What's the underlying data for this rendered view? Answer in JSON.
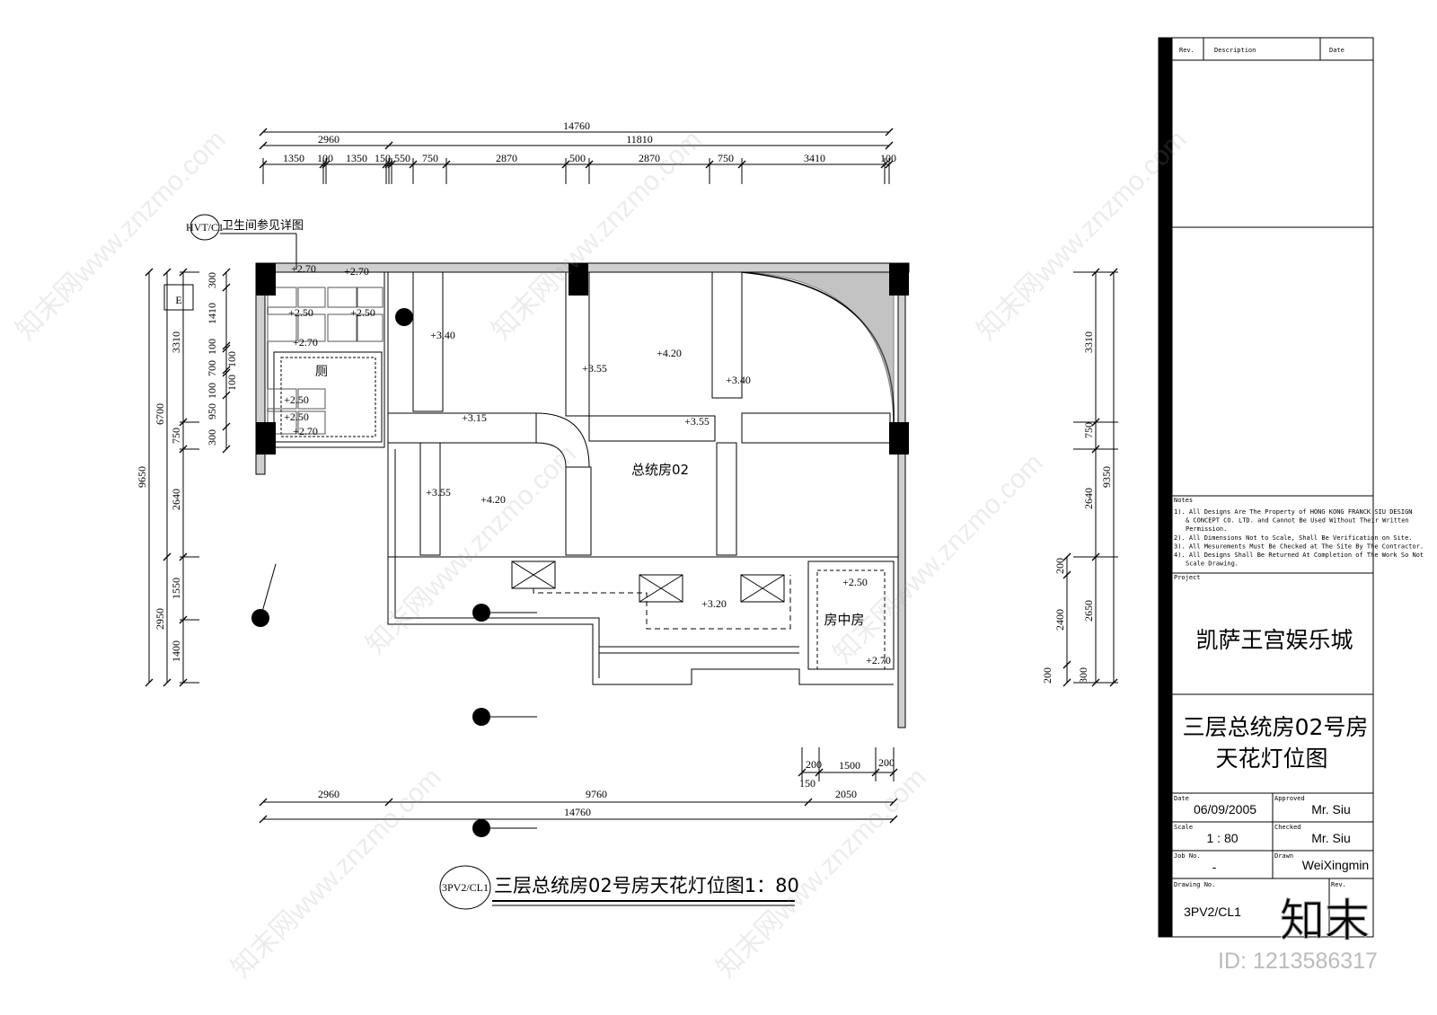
{
  "drawing": {
    "title": "三层总统房02号房天花灯位图1：80",
    "title_ref": "3PV2/CL1",
    "detail_note_ref": "HVT/C1",
    "detail_note": "卫生间参见详图",
    "section_mark": "E",
    "rooms": [
      {
        "name": "总统房02"
      },
      {
        "name": "厕"
      },
      {
        "name": "房中房"
      }
    ],
    "ceiling_levels": [
      "+2.70",
      "+2.70",
      "+2.50",
      "+2.50",
      "+2.70",
      "+2.50",
      "+2.50",
      "+2.70",
      "+3.40",
      "+4.20",
      "+3.55",
      "+3.40",
      "+3.15",
      "+3.55",
      "+3.55",
      "+4.20",
      "+3.20",
      "+2.50",
      "+2.70"
    ],
    "top_dimensions": {
      "overall": "14760",
      "second_row": [
        "2960",
        "11810"
      ],
      "detail_row": [
        "1350",
        "100",
        "1350",
        "150",
        "550",
        "750",
        "2870",
        "500",
        "2870",
        "750",
        "3410",
        "100"
      ]
    },
    "left_dimensions": {
      "overall": "9650",
      "second_row": [
        "6700",
        "2950"
      ],
      "third_row": [
        "3310",
        "750",
        "2640",
        "1550",
        "1400"
      ],
      "detail_row": [
        "300",
        "1410",
        "100",
        "100",
        "700",
        "100",
        "100",
        "950",
        "300"
      ]
    },
    "right_dimensions": {
      "overall": "9350",
      "second_row": [
        "3310",
        "750",
        "2640",
        "2650"
      ],
      "third_row": [
        "200",
        "2400",
        "200",
        "300"
      ]
    },
    "bottom_dimensions": {
      "detail_row": [
        "200",
        "1500",
        "200"
      ],
      "second_row": [
        "2960",
        "9760",
        "150",
        "2050"
      ],
      "overall": "14760"
    }
  },
  "title_block": {
    "header": {
      "rev": "Rev.",
      "description": "Description",
      "date": "Date"
    },
    "notes_label": "Notes",
    "notes": [
      "1). All Designs Are The Property of HONG KONG FRANCK SIU DESIGN",
      "& CONCEPT CO. LTD. and Cannot Be Used Without Their Written",
      "Permission.",
      "2). All Dimensions Not to Scale, Shall Be Verification on Site.",
      "3). All Mesurements Must Be Checked at The Site By The Contractor.",
      "4). All Designs Shall Be Returned At Completion of The Work So Not",
      "Scale Drawing."
    ],
    "project_label": "Project",
    "project": "凯萨王宫娱乐城",
    "drawing_title_1": "三层总统房02号房",
    "drawing_title_2": "天花灯位图",
    "date_label": "Date",
    "date": "06/09/2005",
    "approved_label": "Approved",
    "approved": "Mr. Siu",
    "scale_label": "Scale",
    "scale": "1 : 80",
    "checked_label": "Checked",
    "checked": "Mr. Siu",
    "job_label": "Job No.",
    "job": "-",
    "drawn_label": "Drawn",
    "drawn": "WeiXingmin",
    "drawing_no_label": "Drawing No.",
    "drawing_no": "3PV2/CL1",
    "rev_label": "Rev."
  },
  "watermark": {
    "text": "知末网www.znzmo.com",
    "logo": "知末",
    "id": "ID: 1213586317"
  }
}
